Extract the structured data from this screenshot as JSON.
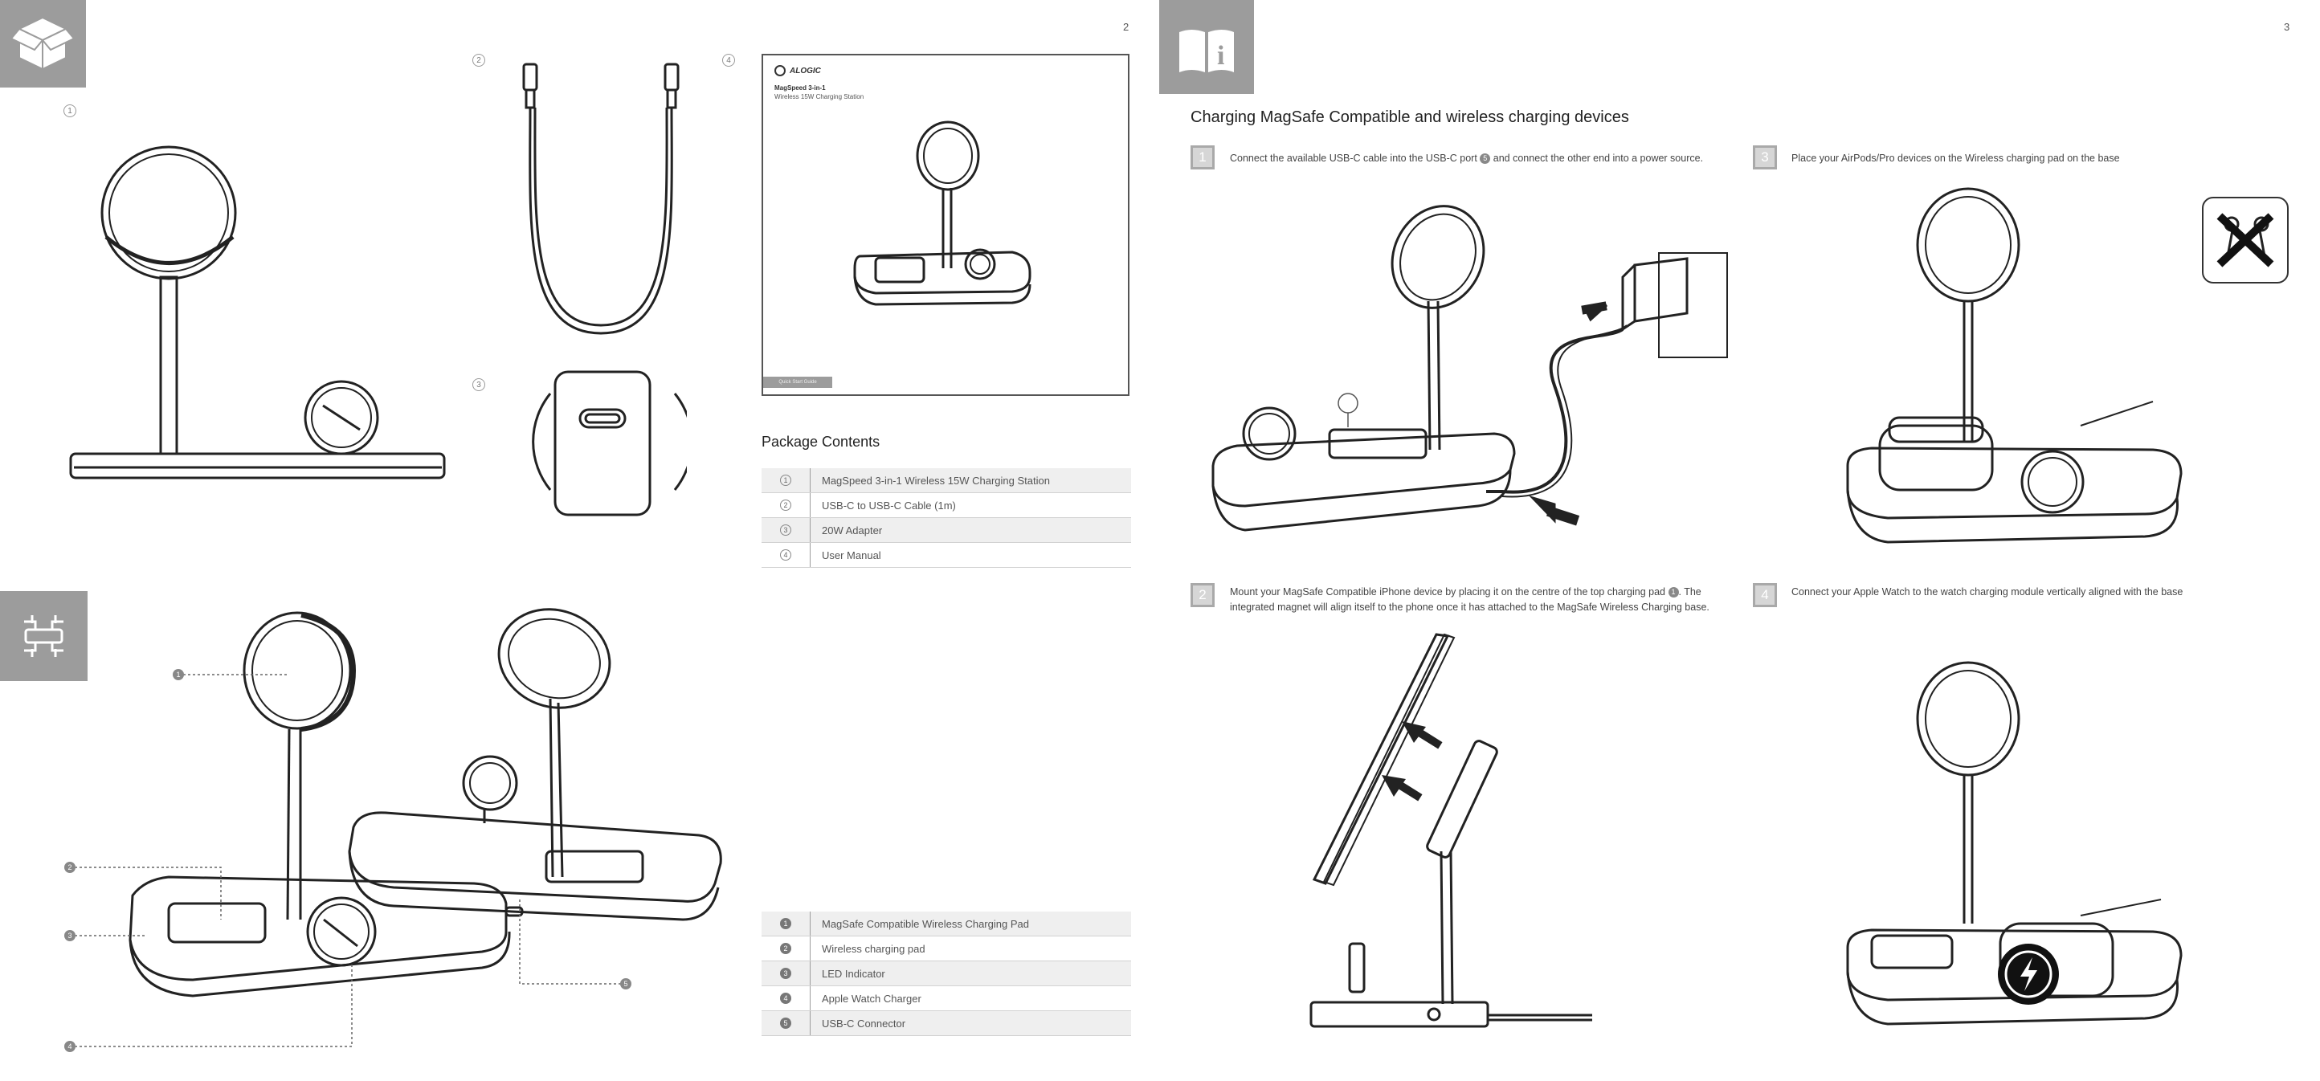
{
  "left_page": {
    "page_number": "2",
    "box_icon": "open-box-icon",
    "parts_icon": "circuit-icon",
    "item_numbers": [
      "1",
      "2",
      "3",
      "4"
    ],
    "cover": {
      "brand": "ALOGIC",
      "product_name": "MagSpeed 3-in-1",
      "product_subtitle": "Wireless 15W Charging Station",
      "tab_label": "Quick Start Guide"
    },
    "package_contents": {
      "title": "Package Contents",
      "items": [
        {
          "num": "1",
          "label": "MagSpeed 3-in-1 Wireless 15W Charging Station"
        },
        {
          "num": "2",
          "label": "USB-C to USB-C Cable (1m)"
        },
        {
          "num": "3",
          "label": "20W Adapter"
        },
        {
          "num": "4",
          "label": "User Manual"
        }
      ]
    },
    "features": {
      "items": [
        {
          "num": "1",
          "label": "MagSafe Compatible Wireless Charging Pad"
        },
        {
          "num": "2",
          "label": "Wireless charging pad"
        },
        {
          "num": "3",
          "label": "LED Indicator"
        },
        {
          "num": "4",
          "label": "Apple Watch Charger"
        },
        {
          "num": "5",
          "label": "USB-C Connector"
        }
      ]
    },
    "callout_numbers": [
      "1",
      "2",
      "3",
      "4",
      "5"
    ]
  },
  "right_page": {
    "page_number": "3",
    "info_icon": "manual-info-icon",
    "title": "Charging MagSafe Compatible and wireless charging devices",
    "steps": [
      {
        "num": "1",
        "text_before": "Connect the available USB-C cable into the USB-C port",
        "badge": "5",
        "text_after": "and connect the other end into a power source."
      },
      {
        "num": "2",
        "text_before": "Mount your MagSafe Compatible iPhone device by placing it on the centre of the top charging pad",
        "badge": "1",
        "text_after": ". The integrated magnet will align itself to the phone once it has attached to the MagSafe Wireless Charging base."
      },
      {
        "num": "3",
        "text_before": "Place your AirPods/Pro devices on the Wireless charging pad on the base",
        "badge": "",
        "text_after": ""
      },
      {
        "num": "4",
        "text_before": "Connect your Apple Watch to the watch charging module vertically aligned with the base",
        "badge": "",
        "text_after": ""
      }
    ],
    "warning_icon": "no-metal-objects-icon"
  }
}
